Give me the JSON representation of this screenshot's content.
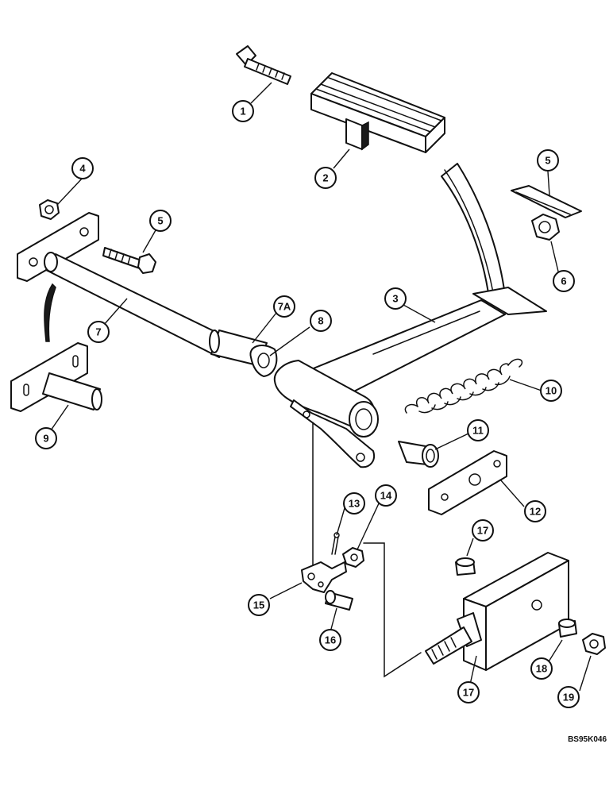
{
  "figure_code": "BS95K046",
  "callouts": [
    "1",
    "2",
    "3",
    "4",
    "5",
    "5",
    "6",
    "7",
    "7A",
    "8",
    "9",
    "10",
    "11",
    "12",
    "13",
    "14",
    "15",
    "16",
    "17",
    "17",
    "18",
    "19"
  ]
}
